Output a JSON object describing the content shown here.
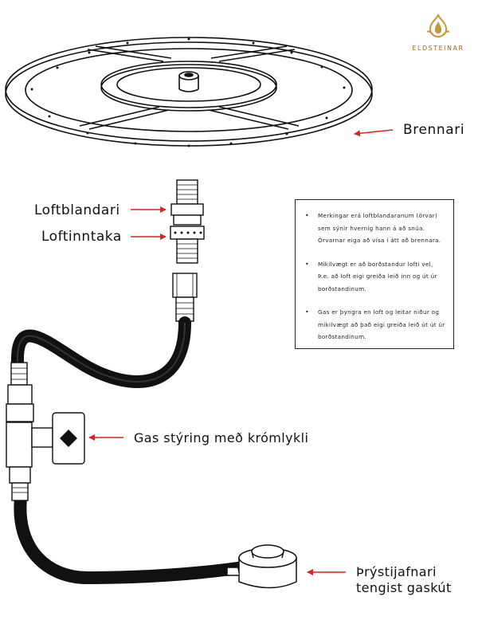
{
  "brand": {
    "logo_text": "ELDSTEINAR",
    "accent": "#c9963a"
  },
  "labels": {
    "burner": "Brennari",
    "air_mixer": "Loftblandari",
    "air_intake": "Loftinntaka",
    "gas_control": "Gas stýring með krómlykli",
    "regulator_line1": "Þrýstijafnari",
    "regulator_line2": "tengist gaskút"
  },
  "notes": [
    "Merkingar erá loftblandaranum (örvar) sem sýnir hvernig hann á að snúa. Örvarnar eiga að vísa í átt að brennara.",
    "Mikilvægt er að borðstandur lofti vel, Þ.e. að loft eigi greiða leið inn og út úr borðstandinum.",
    "Gas er þyngra en loft og leitar niður og mikilvægt að það eigi greiða leið út út úr borðstandinum."
  ],
  "colors": {
    "arrow": "#d62424",
    "line": "#111111"
  }
}
